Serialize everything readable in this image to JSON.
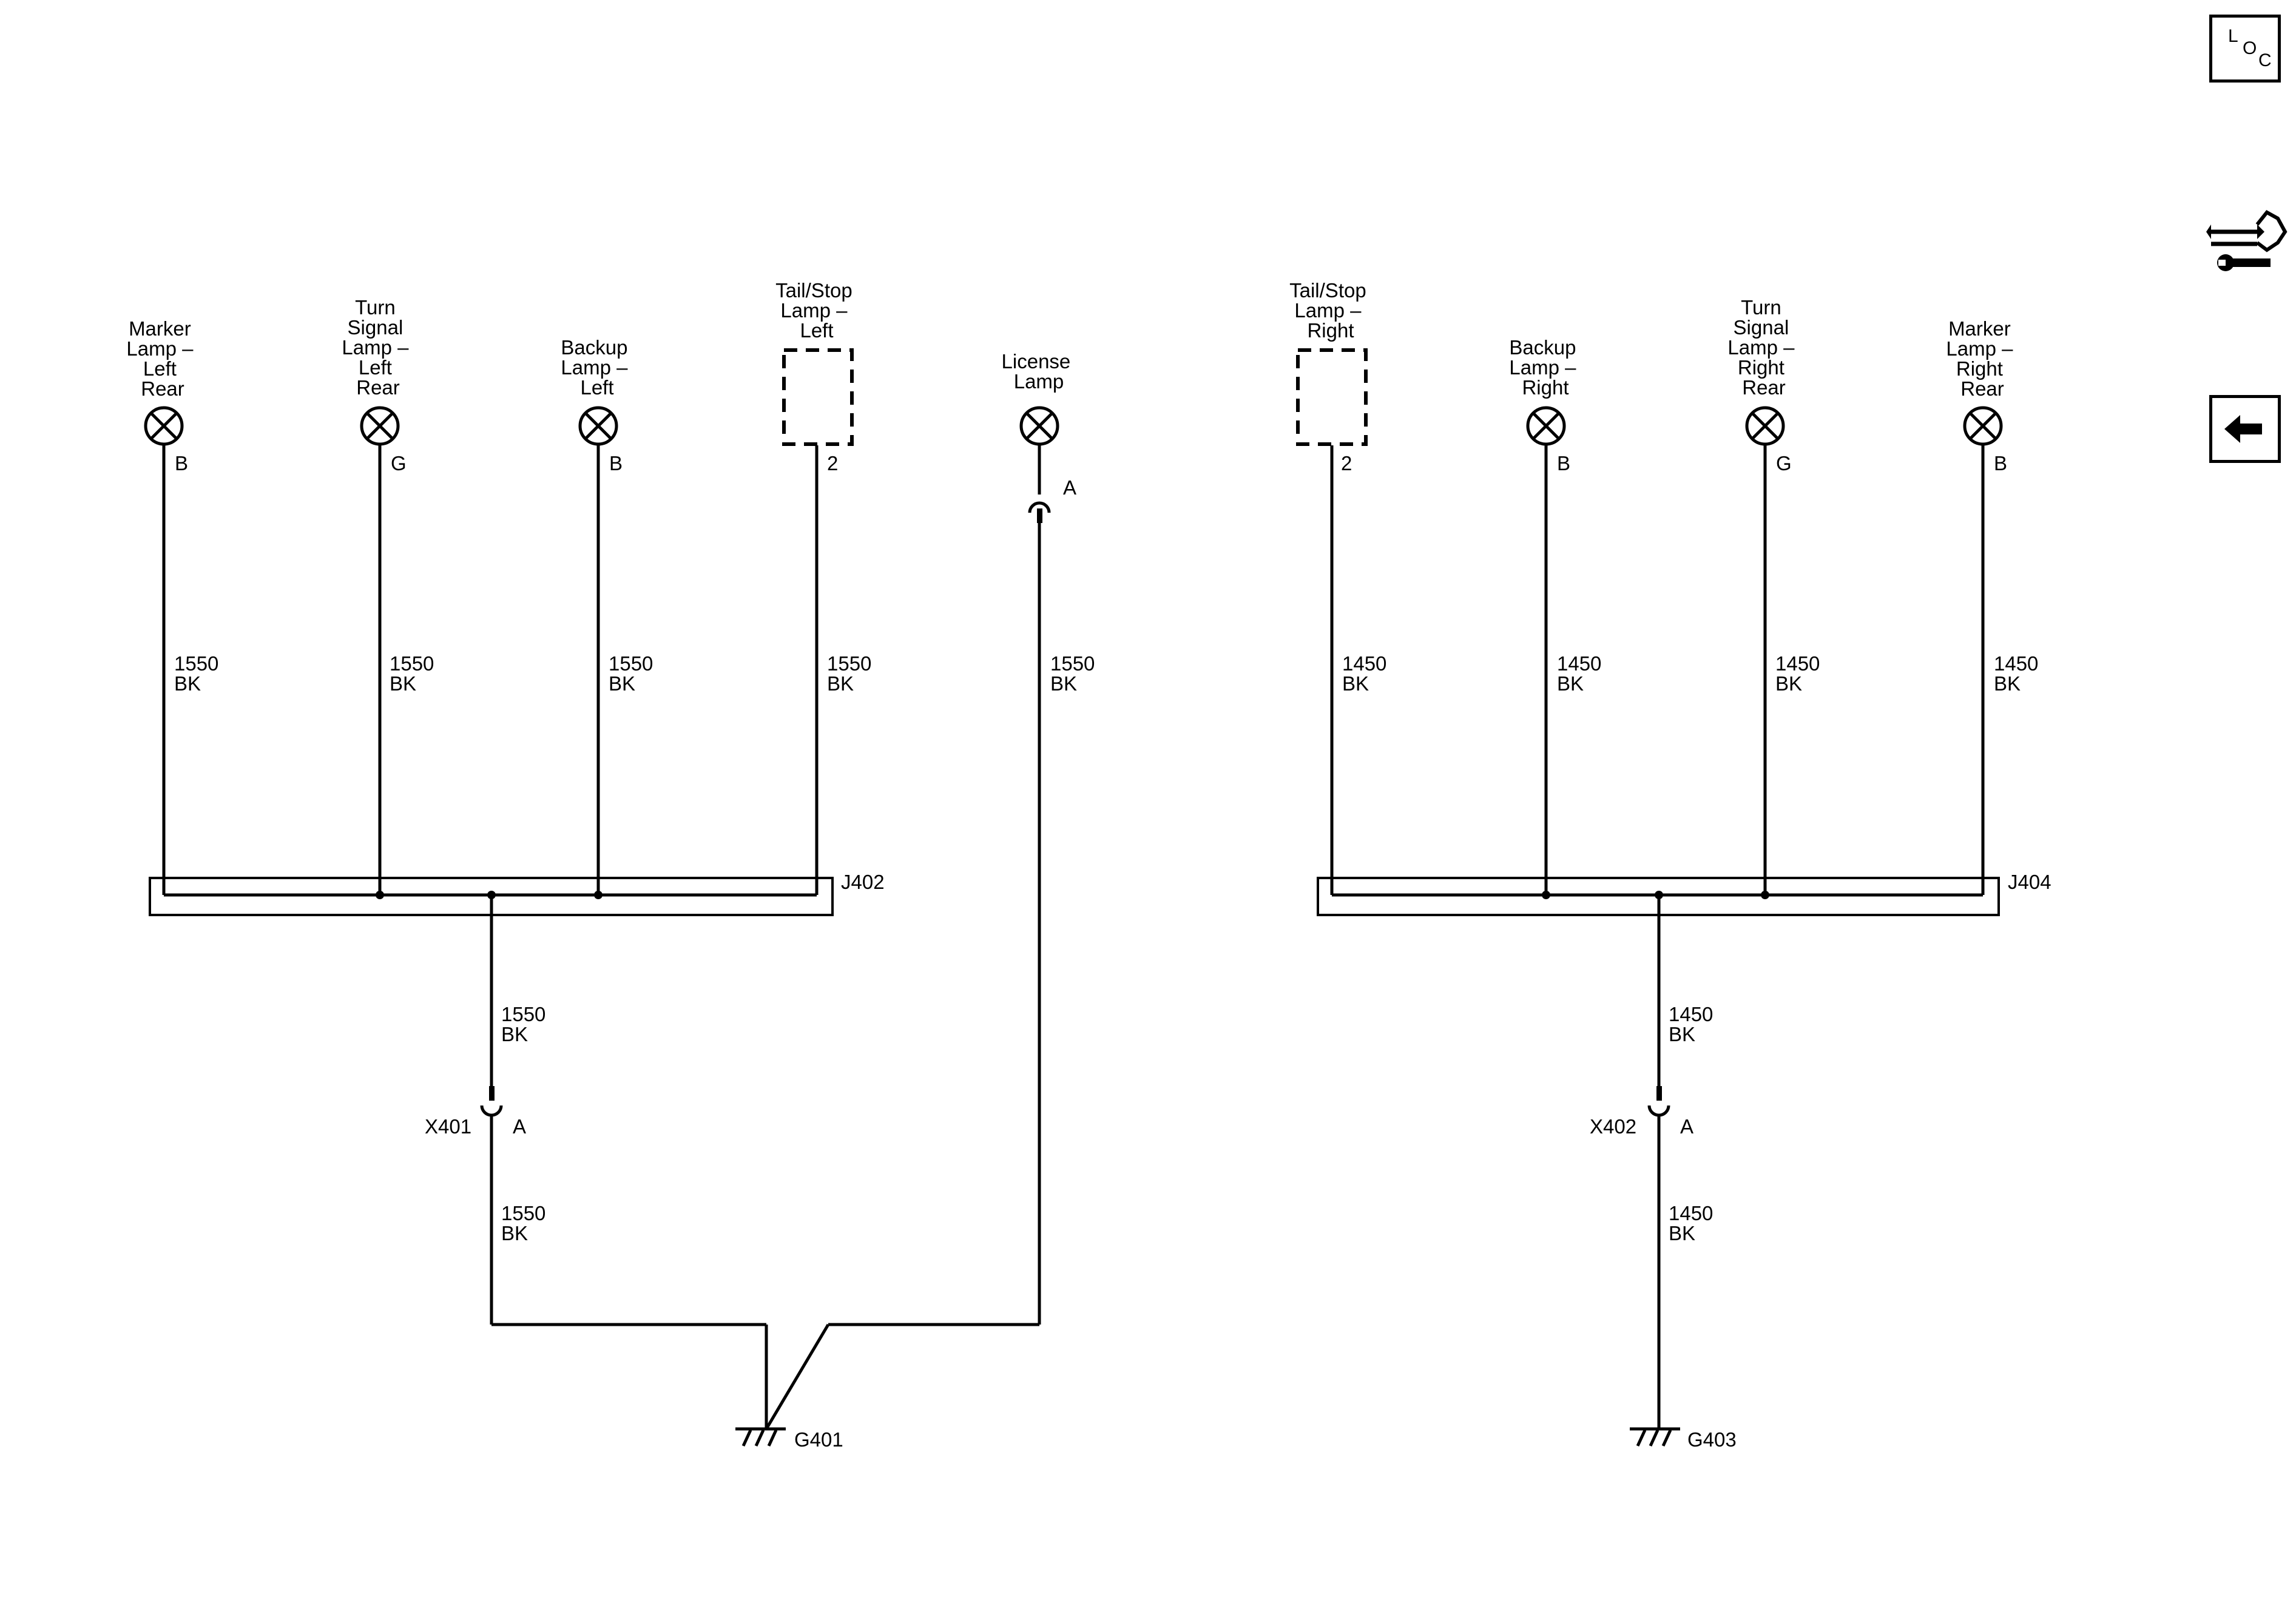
{
  "lamps": {
    "marker_left": [
      "Marker",
      "Lamp –",
      "Left",
      "Rear"
    ],
    "turn_left": [
      "Turn",
      "Signal",
      "Lamp –",
      "Left",
      "Rear"
    ],
    "backup_left": [
      "Backup",
      "Lamp –",
      "Left"
    ],
    "tailstop_left": [
      "Tail/Stop",
      "Lamp –",
      "Left"
    ],
    "license": [
      "License",
      "Lamp"
    ],
    "tailstop_right": [
      "Tail/Stop",
      "Lamp –",
      "Right"
    ],
    "backup_right": [
      "Backup",
      "Lamp –",
      "Right"
    ],
    "turn_right": [
      "Turn",
      "Signal",
      "Lamp –",
      "Right",
      "Rear"
    ],
    "marker_right": [
      "Marker",
      "Lamp –",
      "Right",
      "Rear"
    ]
  },
  "pins": {
    "marker_left": "B",
    "turn_left": "G",
    "backup_left": "B",
    "tailstop_left": "2",
    "license": "A",
    "tailstop_right": "2",
    "backup_right": "B",
    "turn_right": "G",
    "marker_right": "B"
  },
  "wires": {
    "left_circuit": "1550",
    "right_circuit": "1450",
    "color": "BK"
  },
  "splices": {
    "left": "J402",
    "right": "J404"
  },
  "connectors": {
    "left": {
      "name": "X401",
      "pin": "A"
    },
    "right": {
      "name": "X402",
      "pin": "A"
    }
  },
  "grounds": {
    "left": "G401",
    "right": "G403"
  },
  "sidebar": {
    "loc_letters": [
      "L",
      "O",
      "C"
    ],
    "icons": [
      "loc-icon",
      "connector-wrench-icon",
      "back-arrow-icon"
    ]
  }
}
